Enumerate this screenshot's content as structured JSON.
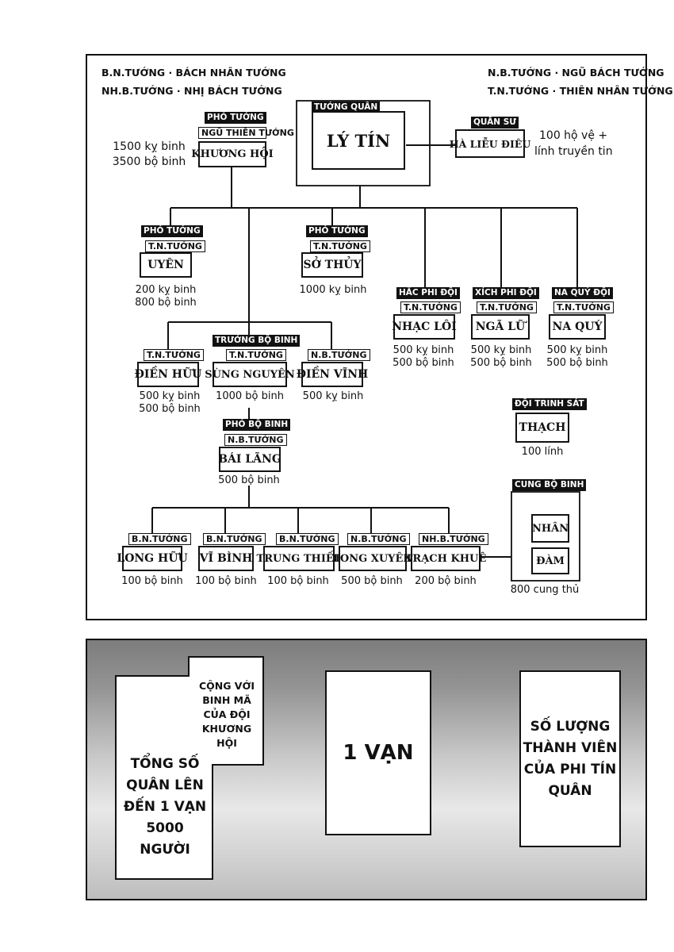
{
  "legend": {
    "bn": "B.N.TƯỚNG · BÁCH NHÂN TƯỚNG",
    "nhb": "NH.B.TƯỚNG · NHỊ BÁCH TƯỚNG",
    "nb": "N.B.TƯỚNG · NGŨ BÁCH TƯỚNG",
    "tn": "T.N.TƯỚNG · THIÊN NHÂN TƯỚNG"
  },
  "general": {
    "tag": "TƯỚNG QUÂN",
    "name": "LÝ TÍN"
  },
  "advisor": {
    "tag": "QUÂN SƯ",
    "name": "HÀ LIỄU ĐIÊU",
    "note1": "100 hộ vệ +",
    "note2": "lính truyền tin"
  },
  "khuong": {
    "tag": "PHÓ TƯỚNG",
    "rank": "NGŨ THIÊN TƯỚNG",
    "name": "KHƯƠNG HỘI",
    "note1": "1500 kỵ binh",
    "note2": "3500 bộ binh"
  },
  "uyen": {
    "tag": "PHÓ TƯỚNG",
    "rank": "T.N.TƯỚNG",
    "name": "UYÊN",
    "note1": "200 kỵ binh",
    "note2": "800 bộ binh"
  },
  "sothuy": {
    "tag": "PHÓ TƯỚNG",
    "rank": "T.N.TƯỚNG",
    "name": "SỞ THỦY",
    "note1": "1000 kỵ binh"
  },
  "nhacloi": {
    "tag": "HẮC PHI ĐỘI",
    "rank": "T.N.TƯỚNG",
    "name": "NHẠC LÔI",
    "note1": "500 kỵ binh",
    "note2": "500 bộ binh"
  },
  "ngalu": {
    "tag": "XÍCH PHI ĐỘI",
    "rank": "T.N.TƯỚNG",
    "name": "NGÃ LỮ",
    "note1": "500 kỵ binh",
    "note2": "500 bộ binh"
  },
  "naquy": {
    "tag": "NA QUÝ ĐỘI",
    "rank": "T.N.TƯỚNG",
    "name": "NA QUÝ",
    "note1": "500 kỵ binh",
    "note2": "500 bộ binh"
  },
  "dienhuu": {
    "rank": "T.N.TƯỚNG",
    "name": "ĐIỀN HỮU",
    "note1": "500 kỵ binh",
    "note2": "500 bộ binh"
  },
  "sungnguyen": {
    "tag": "TRƯỞNG BỘ BINH",
    "rank": "T.N.TƯỚNG",
    "name": "SÙNG NGUYÊN",
    "note1": "1000 bộ binh"
  },
  "dienvinh": {
    "rank": "N.B.TƯỚNG",
    "name": "ĐIỀN VĨNH",
    "note1": "500 kỵ binh"
  },
  "thach": {
    "tag": "ĐỘI TRINH SÁT",
    "name": "THẠCH",
    "note1": "100 lính"
  },
  "bailang": {
    "tag": "PHÓ BỘ BINH",
    "rank": "N.B.TƯỚNG",
    "name": "BÁI LÃNG",
    "note1": "500 bộ binh"
  },
  "longhuu": {
    "rank": "B.N.TƯỚNG",
    "name": "LONG HỮU",
    "note1": "100 bộ binh"
  },
  "vibinh": {
    "rank": "B.N.TƯỚNG",
    "name": "VĨ BÌNH",
    "note1": "100 bộ binh"
  },
  "trungthiet": {
    "rank": "B.N.TƯỚNG",
    "name": "TRUNG THIẾT",
    "note1": "100 bộ binh"
  },
  "longxuyen": {
    "rank": "N.B.TƯỚNG",
    "name": "LONG XUYÊN",
    "note1": "500 bộ binh"
  },
  "trachkhue": {
    "rank": "NH.B.TƯỚNG",
    "name": "TRẠCH KHUÊ",
    "note1": "200 bộ binh"
  },
  "archers": {
    "tag": "CUNG BỘ BINH",
    "name1": "NHÂN",
    "name2": "ĐÀM",
    "note1": "800 cung thủ"
  },
  "panel2": {
    "small": [
      "CỘNG VỚI",
      "BINH MÃ",
      "CỦA ĐỘI",
      "KHƯƠNG",
      "HỘI"
    ],
    "big": [
      "TỔNG SỐ",
      "QUÂN LÊN",
      "ĐẾN 1 VẠN",
      "5000",
      "NGƯỜI"
    ],
    "center": "1 VẠN",
    "right": [
      "SỐ LƯỢNG",
      "THÀNH VIÊN",
      "CỦA PHI TÍN",
      "QUÂN"
    ]
  }
}
